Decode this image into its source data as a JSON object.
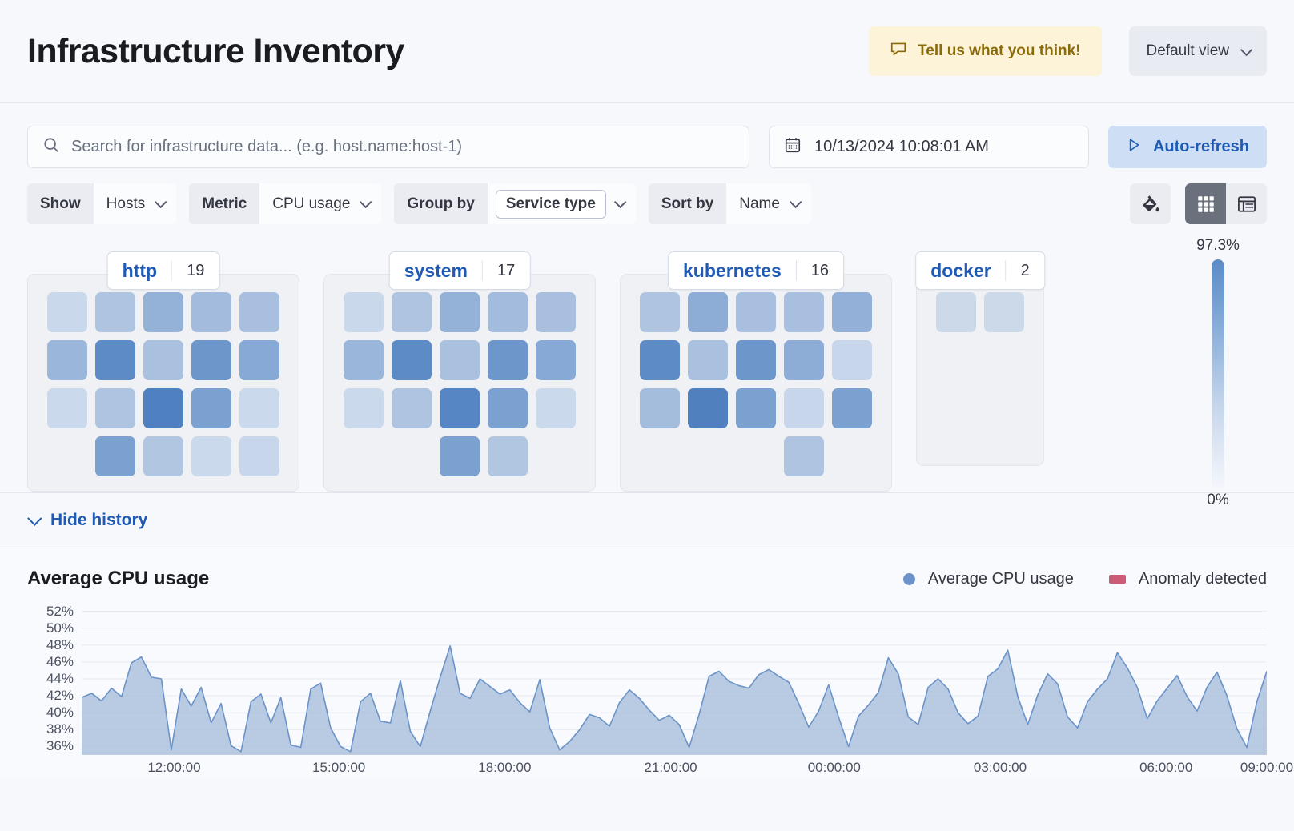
{
  "header": {
    "title": "Infrastructure Inventory",
    "feedback_label": "Tell us what you think!",
    "feedback_icon": "comment-icon",
    "view_label": "Default view",
    "view_chevron": "chevron-down-icon"
  },
  "search": {
    "placeholder": "Search for infrastructure data... (e.g. host.name:host-1)",
    "icon": "search-icon",
    "value": ""
  },
  "datepicker": {
    "icon": "calendar-icon",
    "value": "10/13/2024 10:08:01 AM"
  },
  "refresh": {
    "icon": "play-icon",
    "label": "Auto-refresh"
  },
  "filters": [
    {
      "label": "Show",
      "value": "Hosts",
      "boxed": false
    },
    {
      "label": "Metric",
      "value": "CPU usage",
      "boxed": false
    },
    {
      "label": "Group by",
      "value": "Service type",
      "boxed": true
    },
    {
      "label": "Sort by",
      "value": "Name",
      "boxed": false
    }
  ],
  "tools": {
    "legend_icon": "paint-fill-icon",
    "grid_view_icon": "grid-view-icon",
    "table_view_icon": "table-view-icon",
    "active_view": "grid"
  },
  "legend_scale": {
    "max": "97.3%",
    "min": "0%",
    "color_high": "#5c8bc6",
    "color_low": "#f4f7fc"
  },
  "groups": [
    {
      "name": "http",
      "count": "19",
      "rows": [
        [
          "#c9d8ea",
          "#aec4e0",
          "#94b1d8",
          "#a3bcdd",
          "#a8bfdf"
        ],
        [
          "#9ab6da",
          "#5c8bc6",
          "#a9c0df",
          "#6d97cb",
          "#87a9d5"
        ],
        [
          "#cbd9ec",
          "#aec4e0",
          "#4f80bf",
          "#7ba1d0",
          "#cbd9ec"
        ],
        [
          "#7ba1d0",
          "#b0c6e1",
          "#cbd9ec",
          "#c7d6ea"
        ]
      ],
      "row_offsets": [
        0,
        0,
        0,
        1
      ]
    },
    {
      "name": "system",
      "count": "17",
      "rows": [
        [
          "#c9d8ea",
          "#aec4e0",
          "#94b1d8",
          "#a3bcdd",
          "#a8bfdf"
        ],
        [
          "#9ab6da",
          "#5c8bc6",
          "#a9c0df",
          "#6d97cb",
          "#87a9d5"
        ],
        [
          "#cbd9ec",
          "#aec4e0",
          "#5686c3",
          "#7ba1d0",
          "#cbd9ec"
        ],
        [
          "#7ba1d0",
          "#b0c6e1"
        ]
      ],
      "row_offsets": [
        0,
        0,
        0,
        2
      ]
    },
    {
      "name": "kubernetes",
      "count": "16",
      "rows": [
        [
          "#aec4e0",
          "#8eadd6",
          "#a8bfdf",
          "#a8bfdf",
          "#93b0d8"
        ],
        [
          "#5c8bc6",
          "#a9c0df",
          "#6d97cb",
          "#8eadd6",
          "#c7d6ea"
        ],
        [
          "#a5bddd",
          "#5180be",
          "#7ba1d0",
          "#c7d6ea",
          "#7ba1d0"
        ],
        [
          "#aec4e0"
        ]
      ],
      "row_offsets": [
        0,
        0,
        0,
        3
      ]
    },
    {
      "name": "docker",
      "count": "2",
      "rows": [
        [
          "#ccd9e9",
          "#ccd9e9"
        ]
      ],
      "row_offsets": [
        0
      ]
    }
  ],
  "history_toggle": {
    "label": "Hide history",
    "icon": "chevron-down-icon"
  },
  "chart_data": {
    "type": "area",
    "title": "Average CPU usage",
    "xlabel": "",
    "ylabel": "",
    "grid": true,
    "legend_position": "top-right",
    "legend": [
      {
        "name": "Average CPU usage",
        "color": "#6b93c9",
        "marker": "dot"
      },
      {
        "name": "Anomaly detected",
        "color": "#cc5b78",
        "marker": "rect"
      }
    ],
    "ylim": [
      35,
      53
    ],
    "yticks": [
      "52%",
      "50%",
      "48%",
      "46%",
      "44%",
      "42%",
      "40%",
      "38%",
      "36%"
    ],
    "ytick_values": [
      52,
      50,
      48,
      46,
      44,
      42,
      40,
      38,
      36
    ],
    "xticks": [
      "12:00:00",
      "15:00:00",
      "18:00:00",
      "21:00:00",
      "00:00:00",
      "03:00:00",
      "06:00:00",
      "09:00:00"
    ],
    "xtick_positions": [
      0.078,
      0.217,
      0.357,
      0.497,
      0.635,
      0.775,
      0.915,
      1.0
    ],
    "series": [
      {
        "name": "Average CPU usage",
        "color": "#6b93c9",
        "fill": "#adc2dd",
        "values": [
          41.8,
          42.3,
          41.4,
          42.9,
          41.9,
          45.9,
          46.6,
          44.2,
          44.0,
          35.6,
          42.8,
          40.8,
          43.0,
          38.8,
          41.1,
          36.1,
          35.4,
          41.3,
          42.2,
          38.8,
          41.8,
          36.2,
          35.9,
          42.8,
          43.5,
          38.2,
          36.0,
          35.4,
          41.3,
          42.3,
          39.0,
          38.8,
          43.8,
          37.8,
          36.0,
          40.2,
          44.2,
          47.9,
          42.3,
          41.7,
          44.0,
          43.1,
          42.2,
          42.7,
          41.2,
          40.1,
          43.9,
          38.2,
          35.6,
          36.6,
          38.0,
          39.8,
          39.4,
          38.4,
          41.2,
          42.7,
          41.7,
          40.3,
          39.1,
          39.7,
          38.6,
          35.9,
          39.8,
          44.3,
          44.9,
          43.7,
          43.2,
          42.9,
          44.5,
          45.1,
          44.3,
          43.6,
          41.1,
          38.3,
          40.2,
          43.3,
          39.5,
          36.0,
          39.6,
          40.9,
          42.4,
          46.5,
          44.6,
          39.5,
          38.6,
          43.0,
          44.0,
          42.8,
          40.0,
          38.7,
          39.6,
          44.3,
          45.2,
          47.4,
          41.9,
          38.6,
          42.1,
          44.6,
          43.4,
          39.5,
          38.2,
          41.3,
          42.8,
          44.0,
          47.1,
          45.3,
          43.0,
          39.3,
          41.4,
          42.9,
          44.4,
          41.9,
          40.2,
          43.0,
          44.8,
          42.0,
          38.1,
          35.9,
          41.3,
          44.9
        ]
      }
    ]
  }
}
